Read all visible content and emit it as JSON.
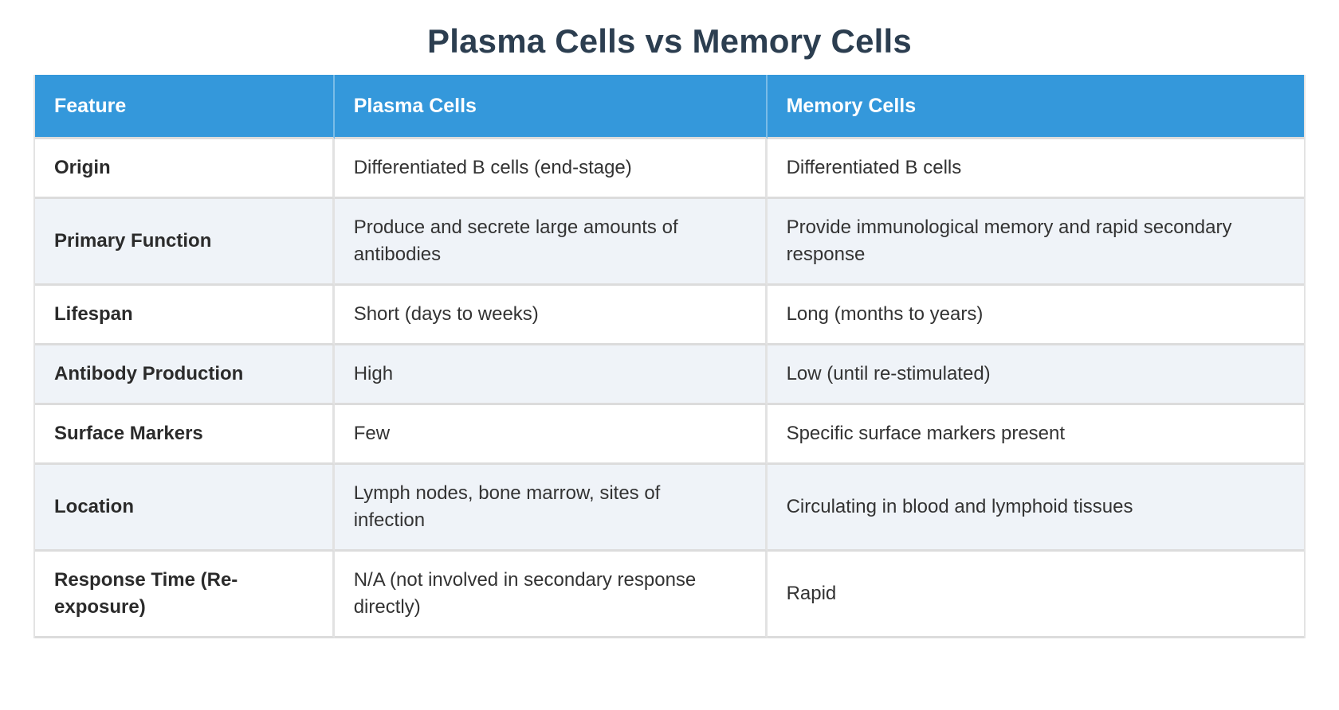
{
  "title": "Plasma Cells vs Memory Cells",
  "colors": {
    "header_bg": "#3498db",
    "header_text": "#ffffff",
    "row_bg": "#ffffff",
    "row_alt_bg": "#eff3f8",
    "border": "#dcdcdc",
    "title_text": "#2c3e50",
    "body_text": "#333333"
  },
  "table": {
    "headers": [
      "Feature",
      "Plasma Cells",
      "Memory Cells"
    ],
    "rows": [
      {
        "feature": "Origin",
        "plasma": "Differentiated B cells (end-stage)",
        "memory": "Differentiated B cells"
      },
      {
        "feature": "Primary Function",
        "plasma": "Produce and secrete large amounts of antibodies",
        "memory": "Provide immunological memory and rapid secondary response"
      },
      {
        "feature": "Lifespan",
        "plasma": "Short (days to weeks)",
        "memory": "Long (months to years)"
      },
      {
        "feature": "Antibody Production",
        "plasma": "High",
        "memory": "Low (until re-stimulated)"
      },
      {
        "feature": "Surface Markers",
        "plasma": "Few",
        "memory": "Specific surface markers present"
      },
      {
        "feature": "Location",
        "plasma": "Lymph nodes, bone marrow, sites of infection",
        "memory": "Circulating in blood and lymphoid tissues"
      },
      {
        "feature": "Response Time (Re-exposure)",
        "plasma": "N/A (not involved in secondary response directly)",
        "memory": "Rapid"
      }
    ]
  },
  "chart_data": {
    "type": "table",
    "title": "Plasma Cells vs Memory Cells",
    "columns": [
      "Feature",
      "Plasma Cells",
      "Memory Cells"
    ],
    "rows": [
      [
        "Origin",
        "Differentiated B cells (end-stage)",
        "Differentiated B cells"
      ],
      [
        "Primary Function",
        "Produce and secrete large amounts of antibodies",
        "Provide immunological memory and rapid secondary response"
      ],
      [
        "Lifespan",
        "Short (days to weeks)",
        "Long (months to years)"
      ],
      [
        "Antibody Production",
        "High",
        "Low (until re-stimulated)"
      ],
      [
        "Surface Markers",
        "Few",
        "Specific surface markers present"
      ],
      [
        "Location",
        "Lymph nodes, bone marrow, sites of infection",
        "Circulating in blood and lymphoid tissues"
      ],
      [
        "Response Time (Re-exposure)",
        "N/A (not involved in secondary response directly)",
        "Rapid"
      ]
    ]
  }
}
